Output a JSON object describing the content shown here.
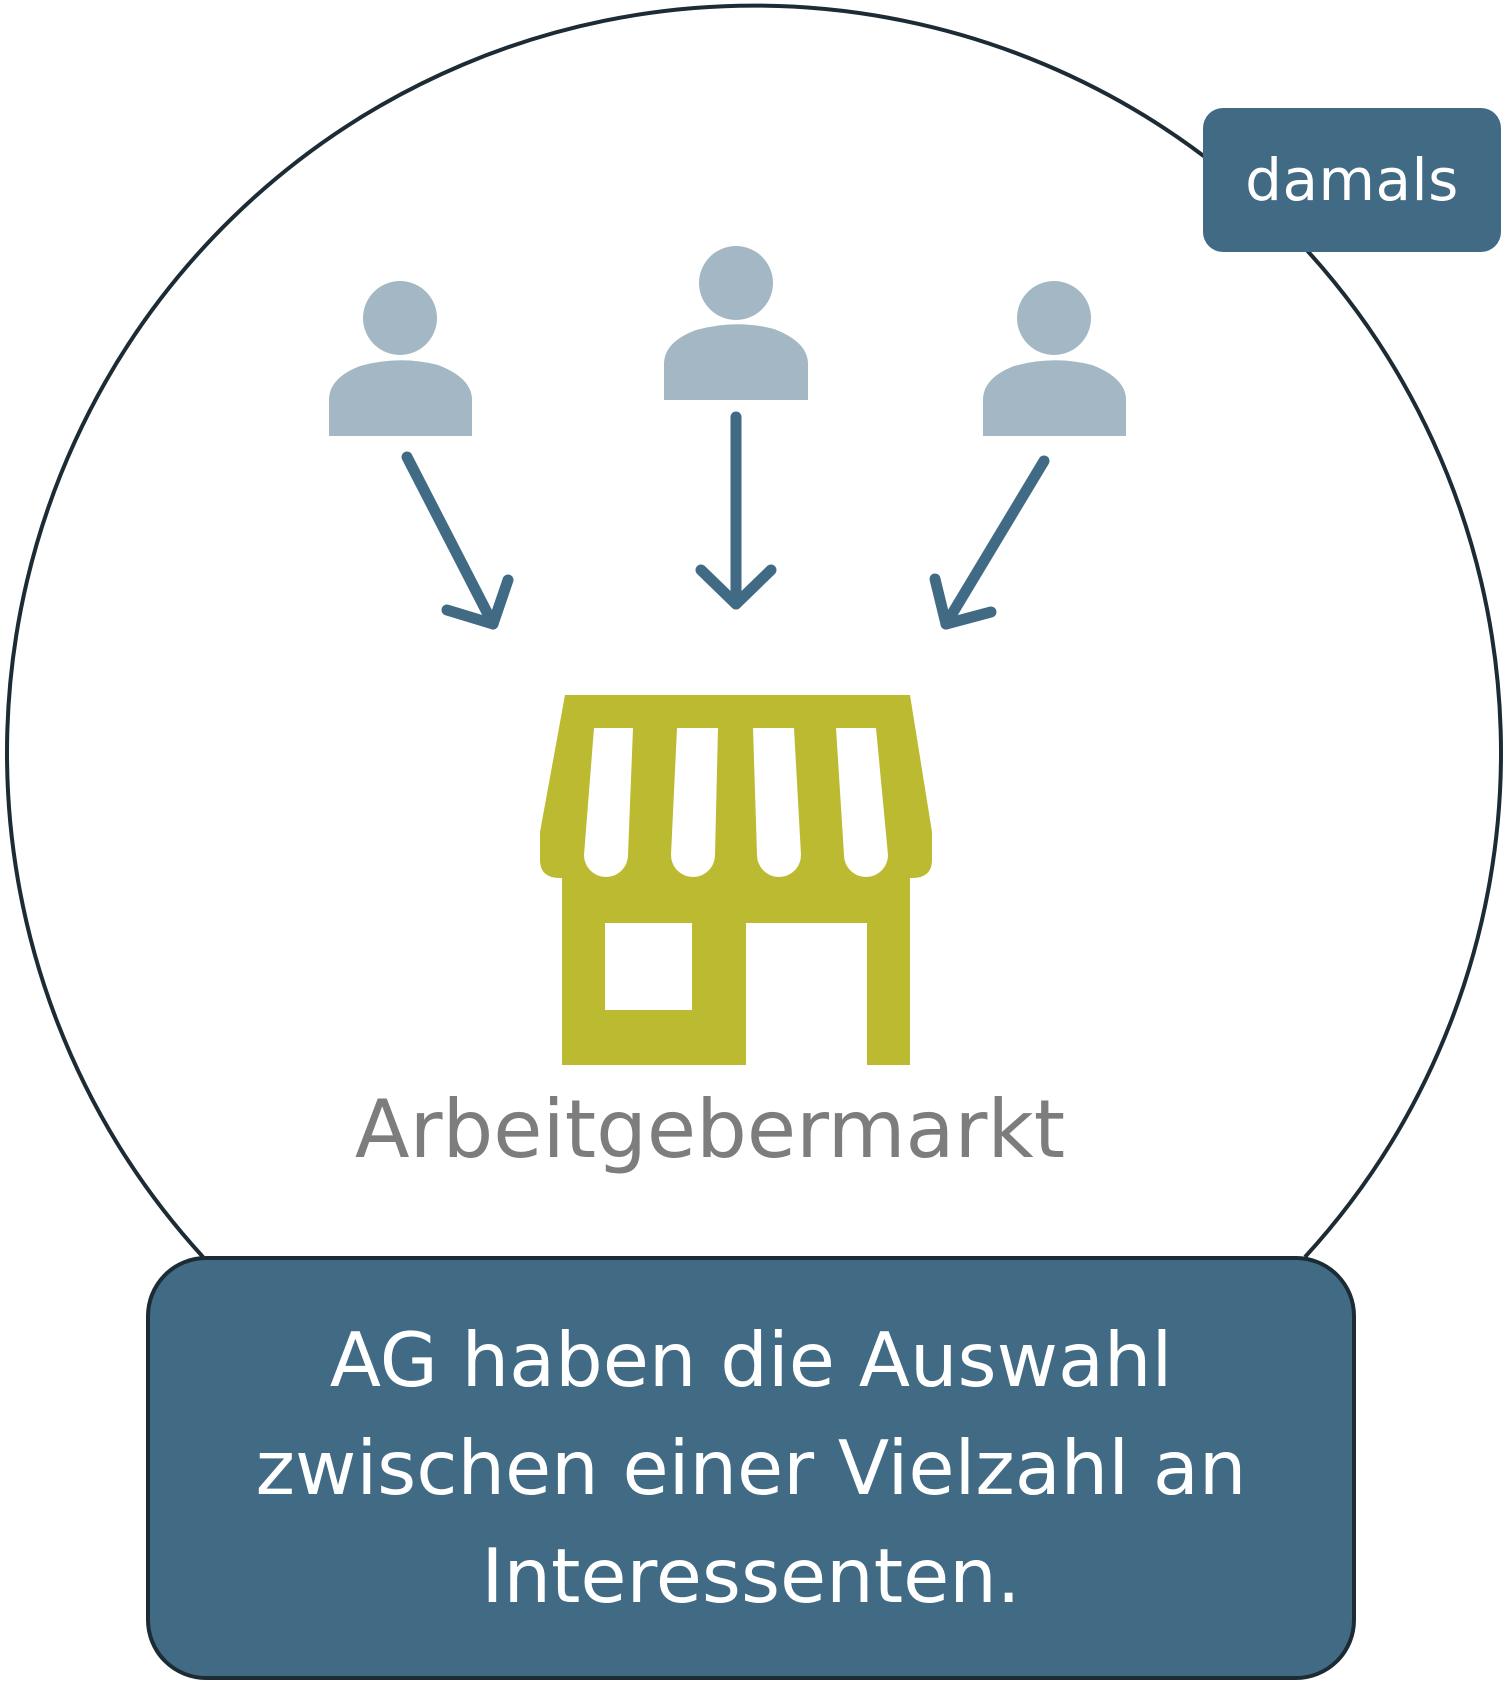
{
  "badge": {
    "label": "damals"
  },
  "center_label": "Arbeitgebermarkt",
  "caption": "AG haben die Auswahl zwischen einer Vielzahl an Interessenten.",
  "colors": {
    "dark_blue": "#416b84",
    "outline": "#1c2b34",
    "person": "#a3b8c4",
    "shop": "#bbba31",
    "label_gray": "#7d7d7d"
  },
  "icons": [
    "person-icon",
    "person-icon",
    "person-icon",
    "arrow-icon",
    "arrow-icon",
    "arrow-icon",
    "shop-icon"
  ]
}
